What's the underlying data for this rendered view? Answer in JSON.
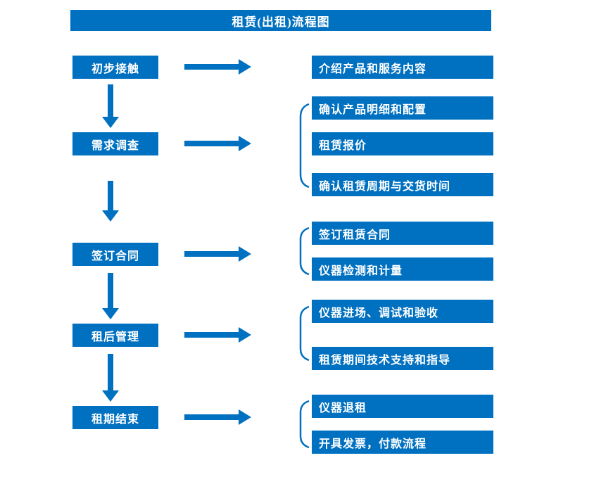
{
  "title": "租赁(出租)流程图",
  "colors": {
    "primary": "#0070C0",
    "text": "#FFFFFF",
    "background": "#FFFFFF"
  },
  "icons": {
    "arrow_right": "→",
    "arrow_down": "↓",
    "brace": "("
  },
  "stages": [
    {
      "label": "初步接触",
      "details": [
        "介绍产品和服务内容"
      ]
    },
    {
      "label": "需求调查",
      "details": [
        "确认产品明细和配置",
        "租赁报价",
        "确认租赁周期与交货时间"
      ]
    },
    {
      "label": "签订合同",
      "details": [
        "签订租赁合同",
        "仪器检测和计量"
      ]
    },
    {
      "label": "租后管理",
      "details": [
        "仪器进场、调试和验收",
        "租赁期间技术支持和指导"
      ]
    },
    {
      "label": "租期结束",
      "details": [
        "仪器退租",
        "开具发票，付款流程"
      ]
    }
  ]
}
